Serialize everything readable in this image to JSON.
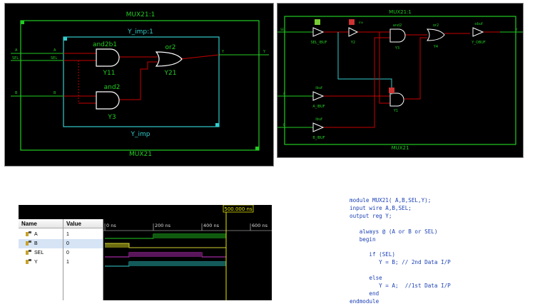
{
  "schematic_rtl": {
    "outer_module": "MUX21:1",
    "outer_module_bottom": "MUX21",
    "inner_instance": "Y_imp:1",
    "inner_instance_bottom": "Y_imp",
    "gates": [
      {
        "type": "and2b1",
        "instance": "Y11"
      },
      {
        "type": "or2",
        "instance": "Y21"
      },
      {
        "type": "and2",
        "instance": "Y3"
      }
    ],
    "ports": [
      "A",
      "SEL",
      "B",
      "Y"
    ]
  },
  "schematic_tech": {
    "title": "MUX21:1",
    "bottom": "MUX21",
    "cells": [
      {
        "type": "ibuf",
        "instance": "SEL_IBUF"
      },
      {
        "type": "inv",
        "instance": "Y2"
      },
      {
        "type": "and2",
        "instance": "Y3"
      },
      {
        "type": "or2",
        "instance": "Y4"
      },
      {
        "type": "obuf",
        "instance": "Y_OBUF"
      },
      {
        "type": "ibuf",
        "instance": "A_IBUF"
      },
      {
        "type": "and2",
        "instance": "Y1"
      },
      {
        "type": "ibuf",
        "instance": "B_IBUF"
      }
    ],
    "ports": [
      "SEL",
      "A",
      "B",
      "Y"
    ]
  },
  "waveform": {
    "cursor_time": "500.000 ns",
    "columns": {
      "name": "Name",
      "value": "Value"
    },
    "time_ticks": [
      "0 ns",
      "200 ns",
      "400 ns",
      "600 ns"
    ],
    "signals": [
      {
        "name": "A",
        "value": "1"
      },
      {
        "name": "B",
        "value": "0"
      },
      {
        "name": "SEL",
        "value": "0"
      },
      {
        "name": "Y",
        "value": "1"
      }
    ]
  },
  "code": {
    "lines": [
      "module MUX21( A,B,SEL,Y);",
      "input wire A,B,SEL;",
      "output reg Y;",
      "",
      "   always @ (A or B or SEL)",
      "   begin",
      "",
      "      if (SEL)",
      "         Y = B; // 2nd Data I/P",
      "",
      "      else",
      "         Y = A;  //1st Data I/P",
      "      end",
      "endmodule"
    ]
  },
  "colors": {
    "wire_red": "#c80000",
    "wire_green": "#22cc22",
    "wire_cyan": "#33cccc",
    "code_blue": "#1a3fb5",
    "cursor_yellow": "#e8e800"
  }
}
